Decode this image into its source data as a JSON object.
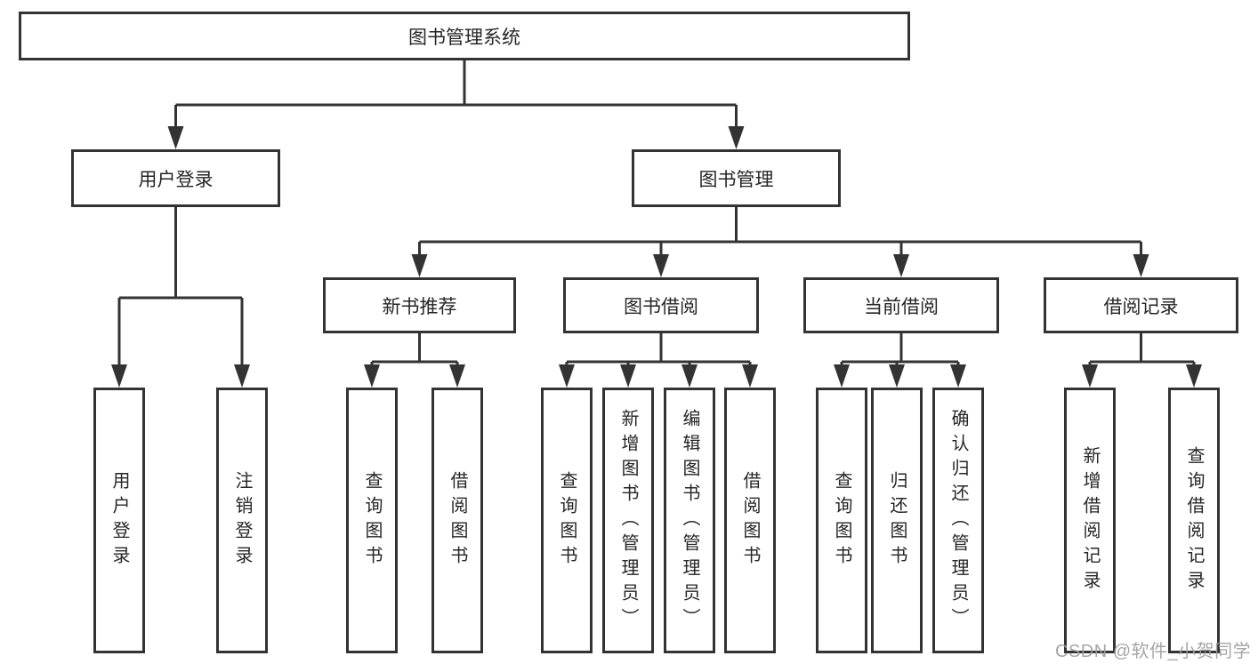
{
  "diagram": {
    "title": "图书管理系统",
    "level2": {
      "user_login": "用户登录",
      "book_mgmt": "图书管理"
    },
    "level3": {
      "new_book_rec": "新书推荐",
      "book_borrow": "图书借阅",
      "current_borrow": "当前借阅",
      "borrow_record": "借阅记录"
    },
    "leaves": {
      "user_login": "用户登录",
      "logout": "注销登录",
      "rec_query": "查询图书",
      "rec_borrow": "借阅图书",
      "bb_query": "查询图书",
      "bb_add": "新增图书（管理员）",
      "bb_edit": "编辑图书（管理员）",
      "bb_borrow": "借阅图书",
      "cb_query": "查询图书",
      "cb_return": "归还图书",
      "cb_confirm": "确认归还（管理员）",
      "br_add": "新增借阅记录",
      "br_query": "查询借阅记录"
    },
    "colors": {
      "line": "#333333",
      "text": "#262626",
      "background": "#ffffff",
      "watermark": "#9e9e9e"
    }
  },
  "watermark": "CSDN @软件_小贺同学"
}
